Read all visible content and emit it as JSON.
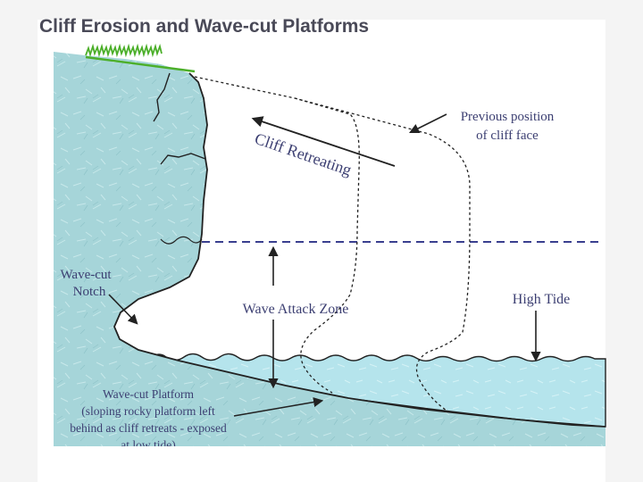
{
  "title": "Cliff Erosion and Wave-cut Platforms",
  "labels": {
    "previous_position_line1": "Previous position",
    "previous_position_line2": "of cliff face",
    "cliff_retreating": "Cliff Retreating",
    "wave_cut_notch_line1": "Wave-cut",
    "wave_cut_notch_line2": "Notch",
    "wave_attack_zone": "Wave Attack Zone",
    "high_tide": "High Tide",
    "platform_line1": "Wave-cut Platform",
    "platform_line2": "(sloping rocky platform left",
    "platform_line3": "behind as cliff retreats - exposed",
    "platform_line4": "at low tide)"
  },
  "colors": {
    "rock": "#a6d5d9",
    "sea": "#b5e4ec",
    "outline": "#222222",
    "label_text": "#3c3f72",
    "tide_line": "#3a3f8f",
    "grass": "#4caf2a",
    "title_text": "#4a4a58"
  }
}
